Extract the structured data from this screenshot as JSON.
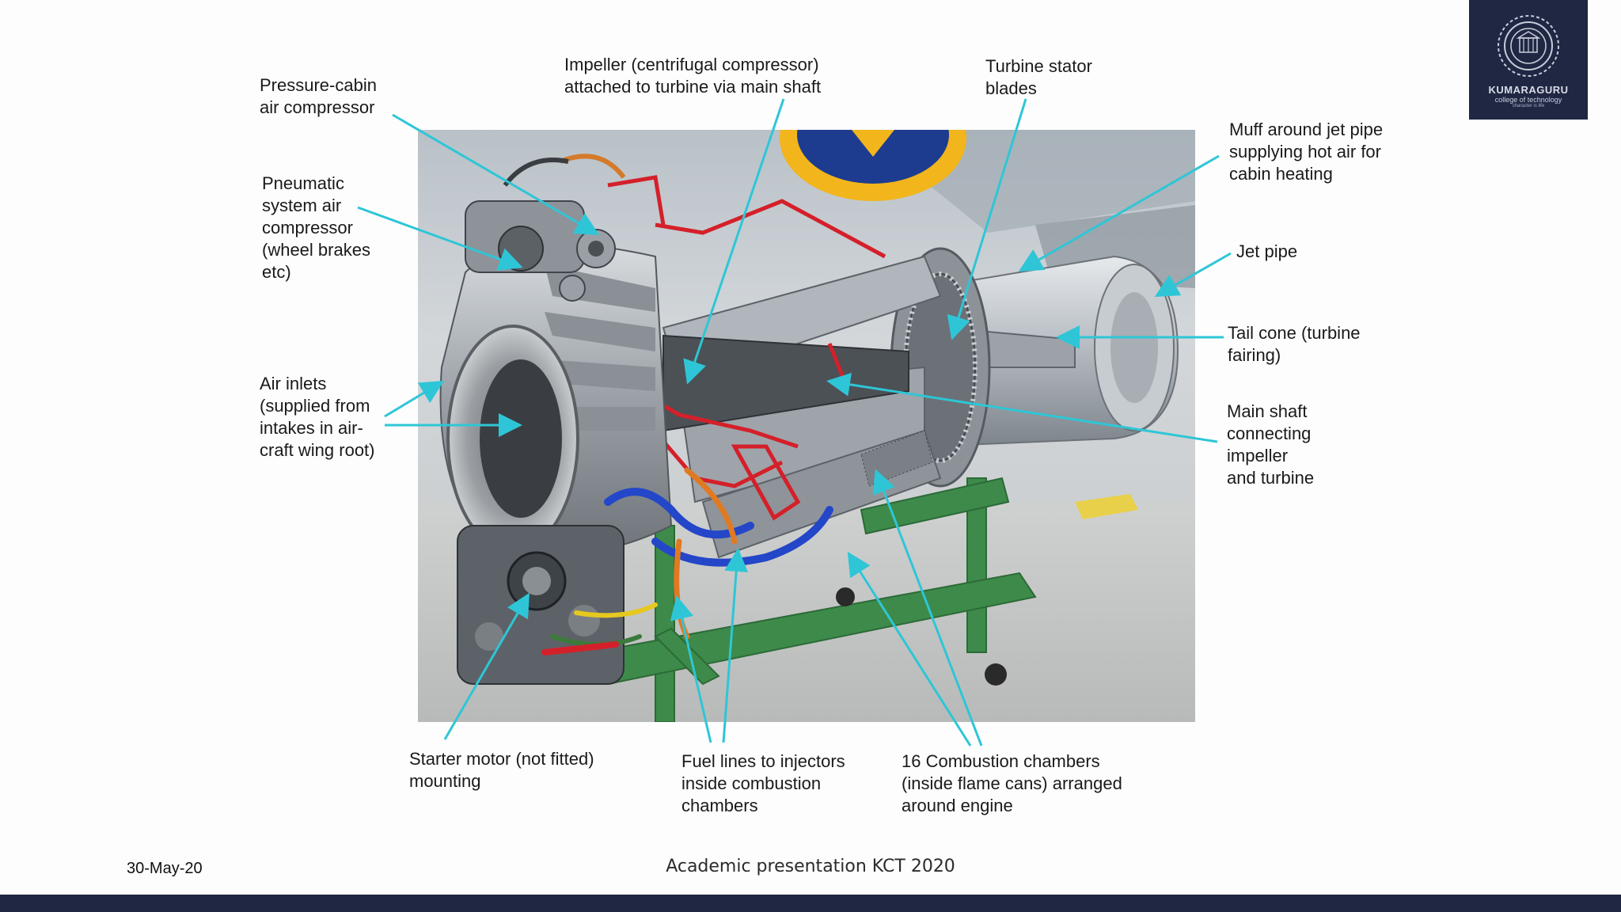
{
  "diagram": {
    "labels": {
      "pressure_cabin": "Pressure-cabin\nair compressor",
      "impeller": "Impeller (centrifugal compressor)\nattached to turbine via main shaft",
      "turbine_stator": "Turbine stator\nblades",
      "muff": "Muff around jet pipe\nsupplying hot air for\ncabin heating",
      "pneumatic": "Pneumatic\nsystem air\ncompressor\n(wheel brakes\netc)",
      "jet_pipe": "Jet pipe",
      "tail_cone": "Tail cone (turbine\nfairing)",
      "air_inlets": "Air inlets\n(supplied from\nintakes in air-\ncraft wing root)",
      "main_shaft": "Main shaft\nconnecting\nimpeller\nand turbine",
      "starter_motor": "Starter motor (not fitted)\nmounting",
      "fuel_lines": "Fuel lines to injectors\ninside combustion\nchambers",
      "combustion": "16 Combustion chambers\n(inside flame cans) arranged\naround engine"
    },
    "colors": {
      "callout_line": "#2ec6d6",
      "cutaway_red": "#d4202a",
      "stand_green": "#3d8a4a",
      "fuel_blue": "#2446c8",
      "roundel_blue": "#1d3c8f",
      "roundel_yellow": "#f2b51c"
    }
  },
  "logo": {
    "name": "KUMARAGURU",
    "subtitle": "college of technology",
    "tagline": "character is life",
    "icon": "college-emblem-icon",
    "background": "#1f2743"
  },
  "footer": {
    "date": "30-May-20",
    "text": "Academic presentation KCT 2020",
    "bar_color": "#1f2743"
  }
}
